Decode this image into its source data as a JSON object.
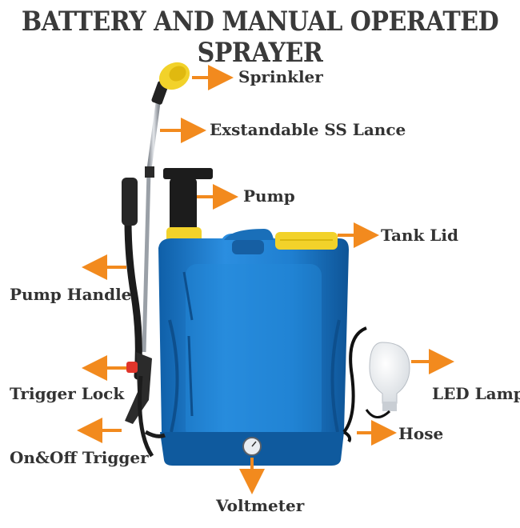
{
  "title": "BATTERY AND MANUAL OPERATED SPRAYER",
  "colors": {
    "arrow": "#f28a1e",
    "tank_blue": "#1f7fd0",
    "tank_dark": "#105a9e",
    "lid_yellow": "#f2d22a",
    "pump_black": "#1c1c1c",
    "lance_steel": "#b9bec4",
    "trigger_red": "#e0352b"
  },
  "labels": {
    "sprinkler": "Sprinkler",
    "lance": "Exstandable SS Lance",
    "pump": "Pump",
    "tank_lid": "Tank Lid",
    "pump_handle": "Pump Handle",
    "led_lamp": "LED Lamp",
    "trigger_lock": "Trigger Lock",
    "hose": "Hose",
    "on_off_trigger": "On&Off Trigger",
    "voltmeter": "Voltmeter"
  }
}
